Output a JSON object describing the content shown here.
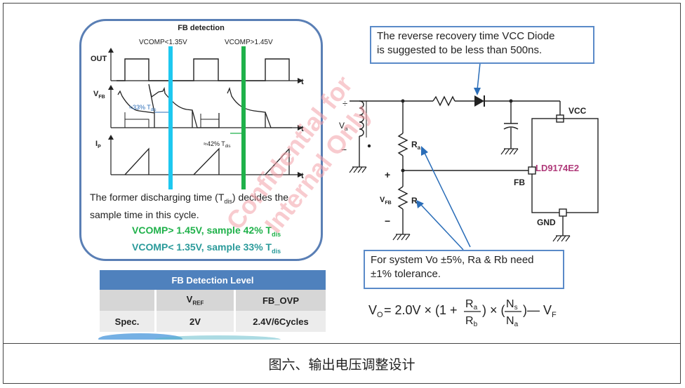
{
  "fb_panel": {
    "title": "FB detection",
    "label_vcomp_low": "VCOMP<1.35V",
    "label_vcomp_high": "VCOMP>1.45V",
    "axis_out": "OUT",
    "axis_vfb": "V",
    "axis_vfb_sub": "FB",
    "axis_ip": "I",
    "axis_ip_sub": "P",
    "axis_t": "t",
    "annot_33_pre": "≈33% T",
    "annot_33_sub": "dis",
    "annot_42_pre": "≈42% T",
    "annot_42_sub": "dis",
    "desc_line1_pre": "The former discharging time (T",
    "desc_line1_sub": "dis",
    "desc_line1_post": ") decides the",
    "desc_line2": "sample time in this cycle.",
    "vcomp_high_text": "VCOMP> 1.45V, sample 42% T",
    "vcomp_high_sub": "dis",
    "vcomp_low_text": "VCOMP< 1.35V, sample 33% T",
    "vcomp_low_sub": "dis"
  },
  "table": {
    "title": "FB Detection Level",
    "col_vref": "V",
    "col_vref_sub": "REF",
    "col_fbovp": "FB_OVP",
    "row_label": "Spec.",
    "vref_value": "2V",
    "fbovp_value": "2.4V/6Cycles"
  },
  "circuit": {
    "callout_top_line1": "The reverse recovery time VCC Diode",
    "callout_top_line2": "is suggested  to be less than 500ns.",
    "callout_bottom_line1": "For system Vo ±5%, Ra & Rb need",
    "callout_bottom_line2": "±1% tolerance.",
    "label_va": "V",
    "label_va_sub": "a",
    "label_ra": "R",
    "label_ra_sub": "a",
    "label_rb": "R",
    "label_rb_sub": "b",
    "label_vfb": "V",
    "label_vfb_sub": "FB",
    "label_vcc": "VCC",
    "label_fb": "FB",
    "label_gnd": "GND",
    "chip_name": "LD9174E2",
    "plus": "+",
    "minus": "−"
  },
  "formula": {
    "lhs": "V",
    "lhs_sub": "O",
    "eq": "= 2.0V × (1 +",
    "ra": "R",
    "ra_sub": "a",
    "rb": "R",
    "rb_sub": "b",
    "mid": ") × (",
    "ns": "N",
    "ns_sub": "s",
    "na": "N",
    "na_sub": "a",
    "tail": ")— V",
    "tail_sub": "F"
  },
  "watermark": {
    "line1": "Confidential for",
    "line2": "Internal Only"
  },
  "caption": "图六、输出电压调整设计",
  "colors": {
    "panel_border": "#5a7fb5",
    "cyan_marker": "#1ec8f0",
    "green_marker": "#1fb14a",
    "chip_text": "#b03a7a",
    "table_header": "#4f81bd",
    "callout_border": "#5a8ac8",
    "watermark": "#f3a0a8"
  }
}
